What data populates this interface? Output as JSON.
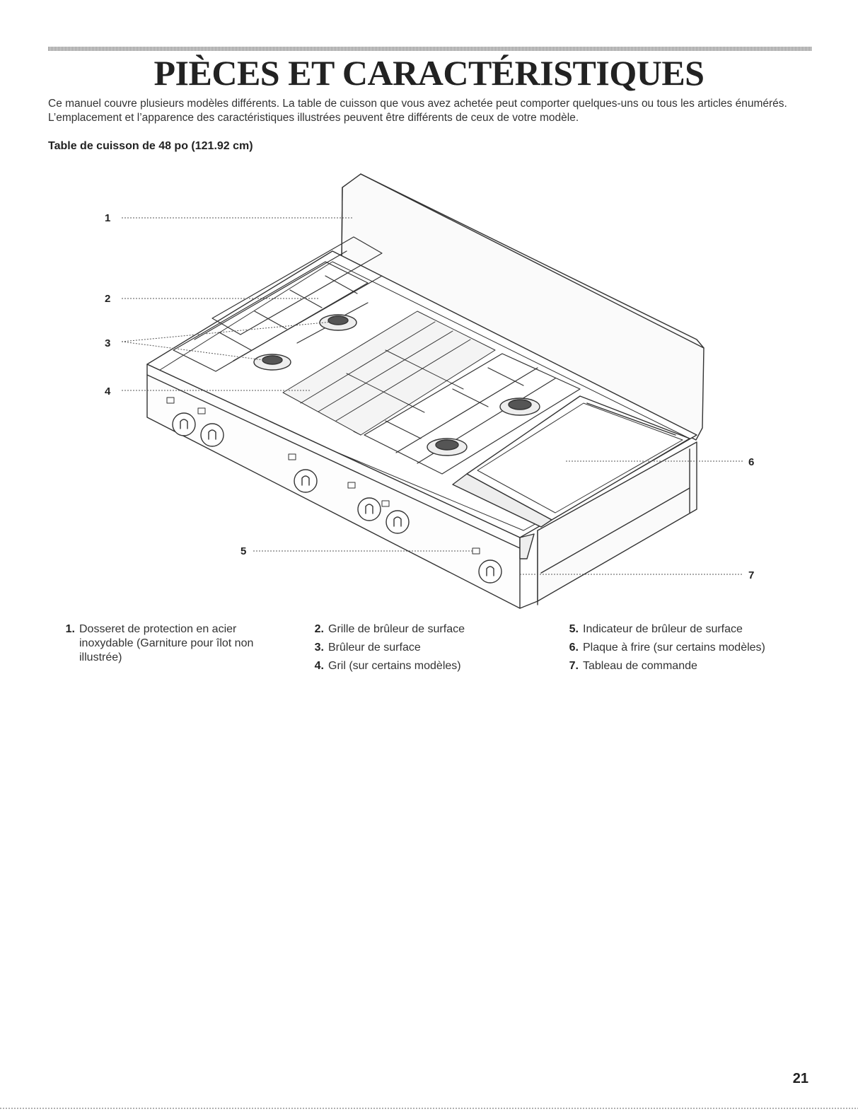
{
  "page": {
    "title": "PIÈCES ET CARACTÉRISTIQUES",
    "intro": "Ce manuel couvre plusieurs modèles différents. La table de cuisson que vous avez achetée peut comporter quelques-uns ou tous les articles énumérés. L’emplacement et l’apparence des caractéristiques illustrées peuvent être différents de ceux de votre modèle.",
    "subheading": "Table de cuisson de 48 po (121.92 cm)",
    "page_number": "21"
  },
  "diagram": {
    "callouts": [
      "1",
      "2",
      "3",
      "4",
      "5",
      "6",
      "7"
    ]
  },
  "legend": {
    "col1": [
      {
        "num": "1.",
        "text": "Dosseret de protection en acier inoxydable (Garniture pour îlot non illustrée)"
      }
    ],
    "col2": [
      {
        "num": "2.",
        "text": "Grille de brûleur de surface"
      },
      {
        "num": "3.",
        "text": "Brûleur de surface"
      },
      {
        "num": "4.",
        "text": "Gril (sur certains modèles)"
      }
    ],
    "col3": [
      {
        "num": "5.",
        "text": "Indicateur de brûleur de surface"
      },
      {
        "num": "6.",
        "text": "Plaque à frire (sur certains modèles)"
      },
      {
        "num": "7.",
        "text": "Tableau de commande"
      }
    ]
  }
}
